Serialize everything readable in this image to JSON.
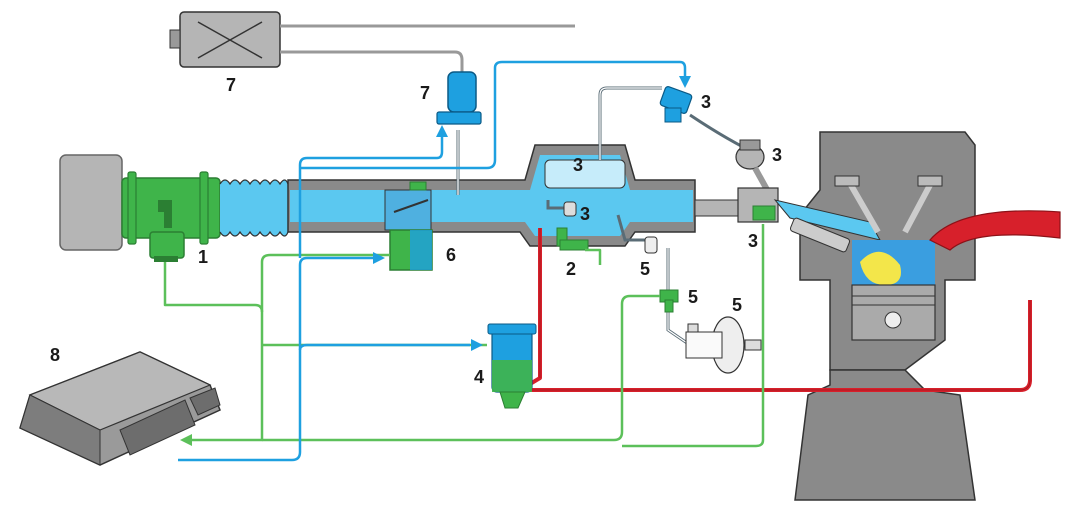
{
  "callouts": {
    "c1": "1",
    "c2": "2",
    "c3a": "3",
    "c3b": "3",
    "c3c": "3",
    "c3d": "3",
    "c3e": "3",
    "c4": "4",
    "c5a": "5",
    "c5b": "5",
    "c5c": "5",
    "c6": "6",
    "c7a": "7",
    "c7b": "7",
    "c8": "8"
  },
  "colors": {
    "air_blue": "#5bc8f0",
    "signal_blue": "#1ea0e0",
    "sensor_green": "#3fb44a",
    "signal_green": "#5cc05a",
    "fuel_red": "#d7202b",
    "engine_gray": "#8a8a8a",
    "filter_gray": "#b5b5b5",
    "ecu_gray": "#9a9a9a",
    "flame_yellow": "#f3e64a"
  }
}
